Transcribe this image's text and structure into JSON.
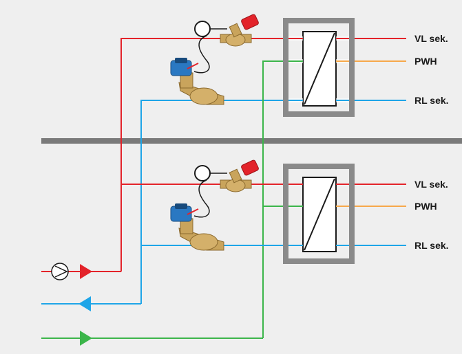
{
  "colors": {
    "background": "#efefef",
    "supply_red": "#e3232a",
    "return_blue": "#1ea5e8",
    "circulation_green": "#3bb54a",
    "pwh_orange": "#f7a84a",
    "divider_gray": "#7a7a7a",
    "frame_gray": "#8a8a8a",
    "brass": "#c9a45c",
    "valve_blue": "#2a78c2"
  },
  "units": [
    {
      "labels": {
        "vl": "VL sek.",
        "pwh": "PWH",
        "rl": "RL sek."
      }
    },
    {
      "labels": {
        "vl": "VL sek.",
        "pwh": "PWH",
        "rl": "RL sek."
      }
    }
  ],
  "icons": {
    "pump": "pump-icon",
    "arrow_supply": "arrow-right-icon",
    "arrow_return": "arrow-left-icon",
    "arrow_circulation": "arrow-right-icon",
    "exchanger": "heat-exchanger-icon",
    "balancing_valve": "balancing-valve-icon",
    "control_valve": "pressure-control-valve-icon"
  }
}
